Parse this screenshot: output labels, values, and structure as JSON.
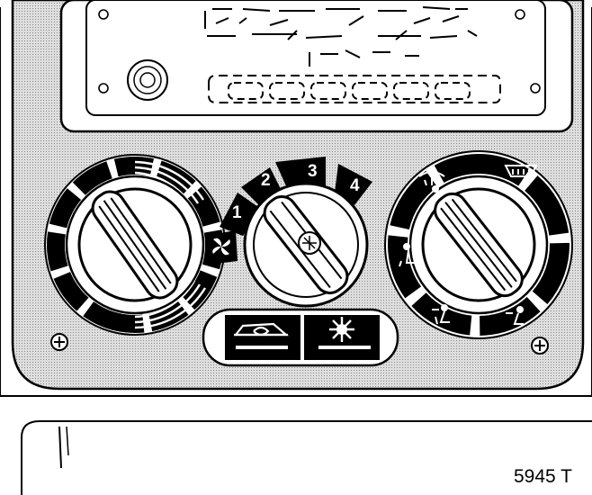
{
  "figure": {
    "reference": "5945 T",
    "fan_speeds": [
      "1",
      "2",
      "3",
      "4"
    ],
    "icons": {
      "fan": "fan-icon",
      "recirculation": "air-recirculation-icon",
      "air_conditioning": "air-conditioning-snowflake-icon",
      "windscreen": "windscreen-defrost-icon",
      "rear_window": "rear-window-heater-icon",
      "feet": "feet-vent-icon",
      "face_feet": "face-and-feet-vent-icon",
      "face": "face-vent-icon",
      "screen_feet": "screen-and-feet-vent-icon"
    },
    "colors": {
      "panel": "#cfcfcf",
      "ink": "#000000",
      "paper": "#ffffff"
    }
  }
}
